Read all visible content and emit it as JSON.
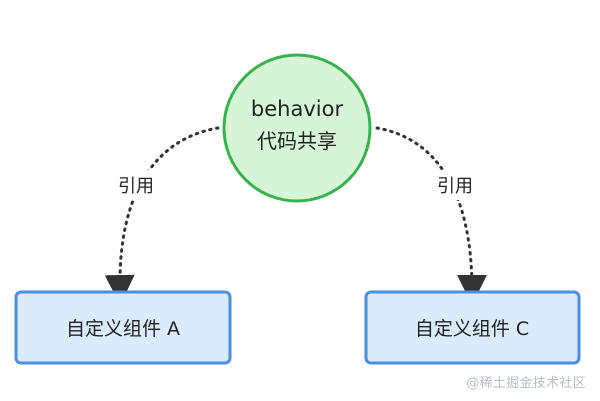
{
  "diagram": {
    "center_node": {
      "line1": "behavior",
      "line2": "代码共享"
    },
    "edge_labels": {
      "left": "引用",
      "right": "引用"
    },
    "nodes": {
      "left": "自定义组件 A",
      "right": "自定义组件 C"
    },
    "colors": {
      "circle_fill": "#d6f5d6",
      "circle_stroke": "#35b34a",
      "box_fill": "#d9ebfd",
      "box_stroke": "#4a8fe0",
      "arrow": "#333333",
      "text": "#222222"
    }
  },
  "watermark": "@稀土掘金技术社区"
}
